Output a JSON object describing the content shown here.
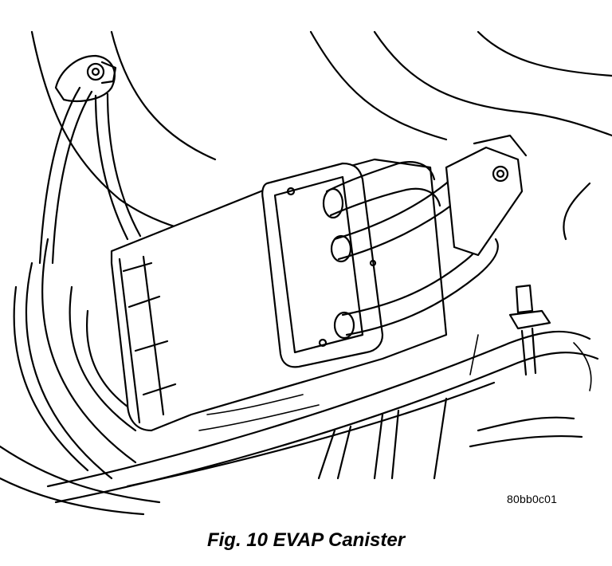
{
  "figure": {
    "reference_code": "80bb0c01",
    "caption": "Fig. 10 EVAP Canister",
    "icon": "evap-canister-line-drawing"
  },
  "colors": {
    "ink": "#000000",
    "paper": "#ffffff"
  }
}
